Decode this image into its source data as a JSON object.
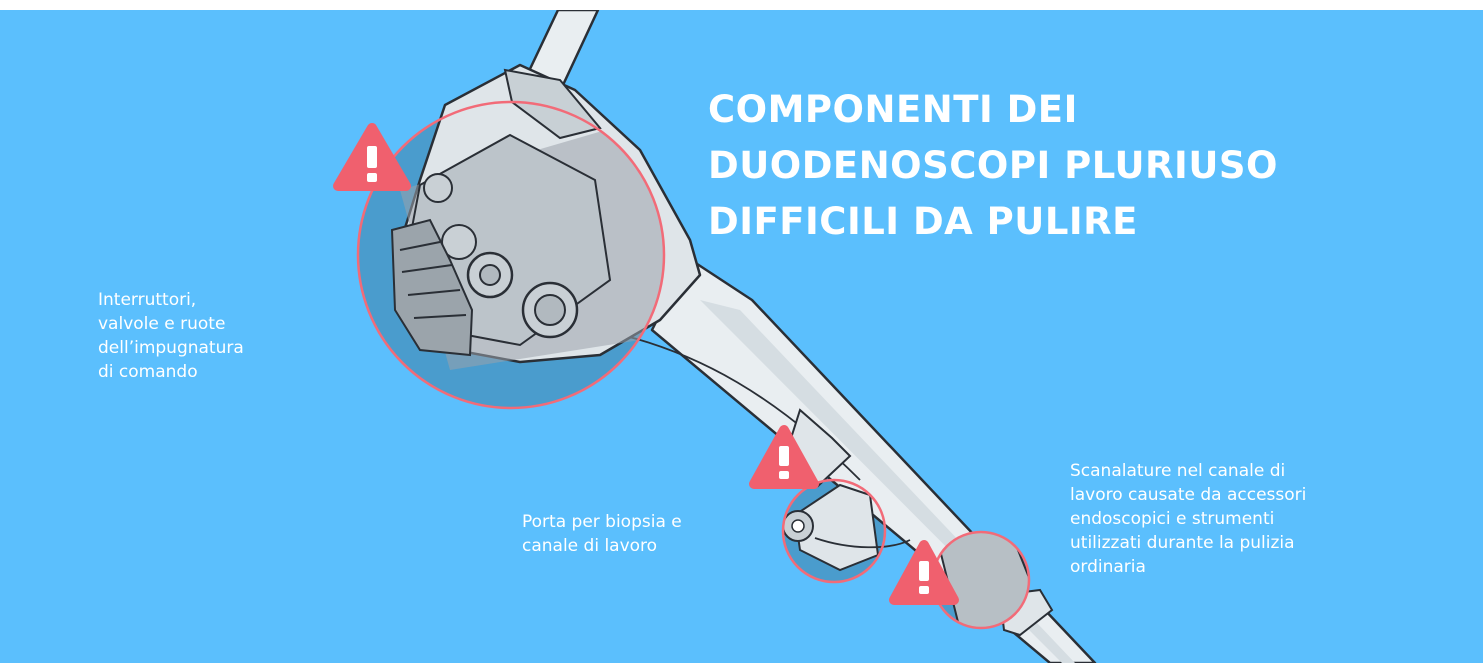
{
  "title": {
    "lines": [
      "COMPONENTI DEI",
      "DUODENOSCOPI PLURIUSO",
      "DIFFICILI DA PULIRE"
    ]
  },
  "callouts": {
    "controls": {
      "lines": [
        "Interruttori,",
        "valvole e ruote",
        "dell’impugnatura",
        "di comando"
      ]
    },
    "biopsy_port": {
      "lines": [
        "Porta per biopsia e",
        "canale di lavoro"
      ]
    },
    "channel_scratches": {
      "lines": [
        "Scanalature nel canale di",
        "lavoro causate da accessori",
        "endoscopici e strumenti",
        "utilizzati durante la pulizia",
        "ordinaria"
      ]
    }
  },
  "warning_icons": [
    "warning-icon",
    "warning-icon",
    "warning-icon"
  ],
  "colors": {
    "background": "#5bbffd",
    "highlight_circle": "#4a9ccd",
    "highlight_ring": "#f26b78",
    "warning": "#f0606e",
    "device_body": "#cfd6db",
    "device_outline": "#2a2f36",
    "text": "#ffffff"
  }
}
